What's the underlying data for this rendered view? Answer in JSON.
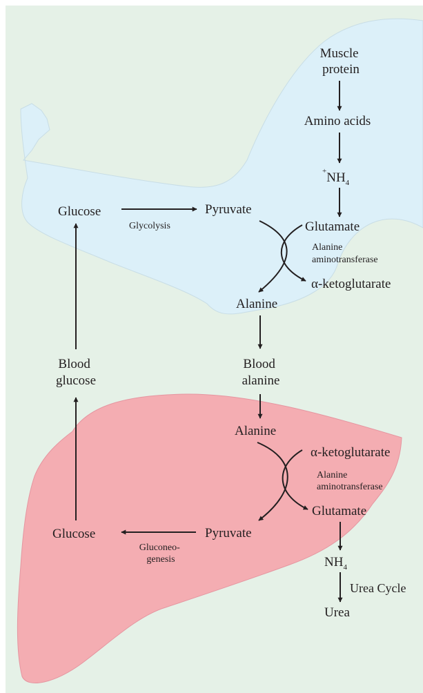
{
  "colors": {
    "background": "#e5f1e7",
    "muscle": "#dcf0f9",
    "liver": "#f4adb2",
    "ink": "#231f20"
  },
  "muscle": {
    "muscle_protein_line1": "Muscle",
    "muscle_protein_line2": "protein",
    "amino_acids": "Amino acids",
    "nh4_charge": "+",
    "nh4_main": "NH",
    "nh4_sub": "4",
    "glucose": "Glucose",
    "glycolysis": "Glycolysis",
    "pyruvate": "Pyruvate",
    "glutamate": "Glutamate",
    "enzyme_line1": "Alanine",
    "enzyme_line2": "aminotransferase",
    "ketoglutarate": "α-ketoglutarate",
    "alanine": "Alanine"
  },
  "blood": {
    "glucose_line1": "Blood",
    "glucose_line2": "glucose",
    "alanine_line1": "Blood",
    "alanine_line2": "alanine"
  },
  "liver": {
    "alanine": "Alanine",
    "ketoglutarate": "α-ketoglutarate",
    "enzyme_line1": "Alanine",
    "enzyme_line2": "aminotransferase",
    "glutamate": "Glutamate",
    "pyruvate": "Pyruvate",
    "glucose": "Glucose",
    "gluconeo_line1": "Gluconeo-",
    "gluconeo_line2": "genesis",
    "nh4_main": "NH",
    "nh4_sub": "4",
    "urea_cycle": "Urea Cycle",
    "urea": "Urea"
  }
}
